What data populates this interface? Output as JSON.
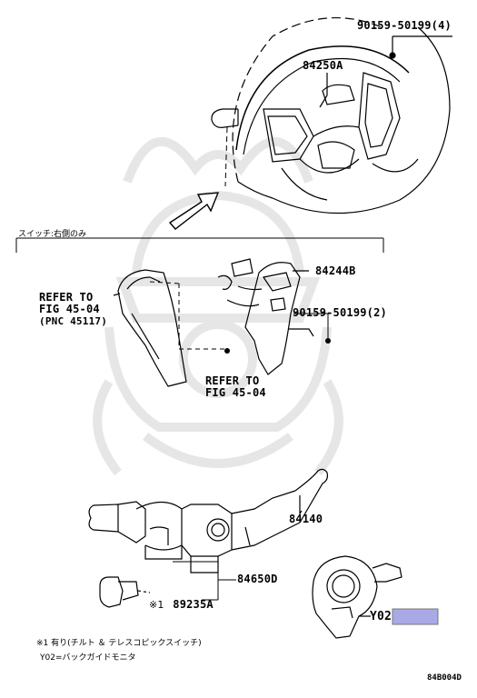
{
  "callouts": {
    "bolt_4": "90159-50199(4)",
    "pad": "84250A",
    "switch": "84244B",
    "bolt_2": "90159-50199(2)",
    "refer_left_1": "REFER TO",
    "refer_left_2": "FIG 45-04",
    "refer_left_3": "(PNC 45117)",
    "refer_center_1": "REFER TO",
    "refer_center_2": "FIG 45-04",
    "combo_switch": "84140",
    "combo_assy": "84650D",
    "tilt_switch": "89235A",
    "tilt_mark": "※1",
    "spiral": "Y02"
  },
  "notes": {
    "section_header": "スイッチ:右側のみ",
    "note_1": "※1 有り(チルト ＆ テレスコピックスイッチ)",
    "note_2": "Y02=バックガイドモニタ"
  },
  "figure_id": "84B004D",
  "colors": {
    "highlight": "#a9a9e6",
    "line": "#000000",
    "watermark": "#e6e6e6"
  }
}
